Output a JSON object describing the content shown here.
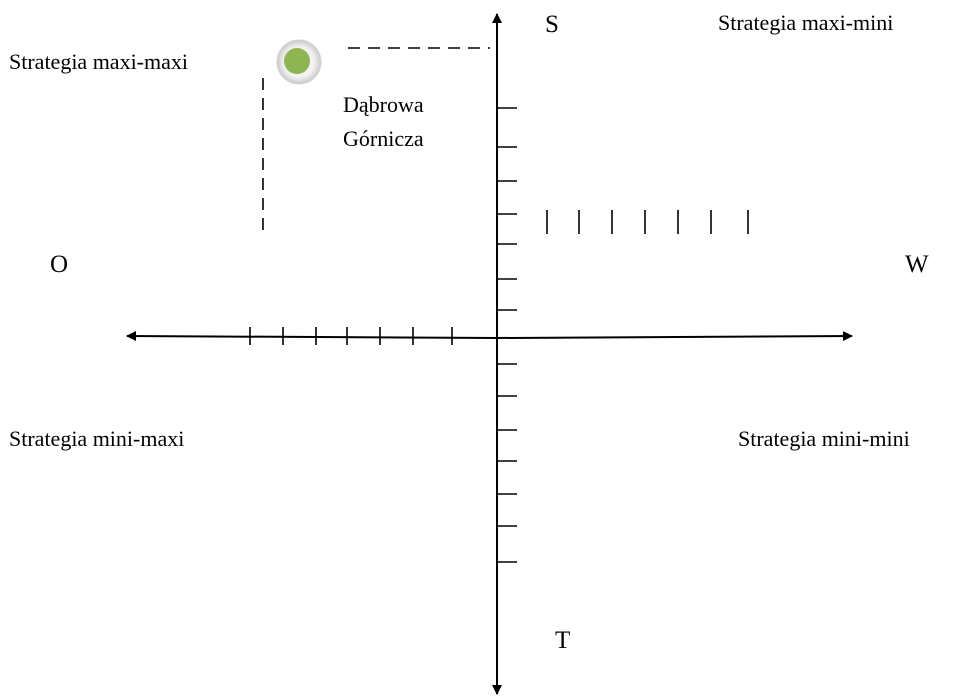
{
  "axes": {
    "top": "S",
    "bottom": "T",
    "left": "O",
    "right": "W"
  },
  "quadrants": {
    "top_left": "Strategia maxi-maxi",
    "top_right": "Strategia maxi-mini",
    "bottom_left": "Strategia mini-maxi",
    "bottom_right": "Strategia mini-mini"
  },
  "marker": {
    "line1": "Dąbrowa",
    "line2": "Górnicza",
    "color": "#8db552"
  },
  "colors": {
    "axis": "#000000",
    "background": "#ffffff"
  }
}
